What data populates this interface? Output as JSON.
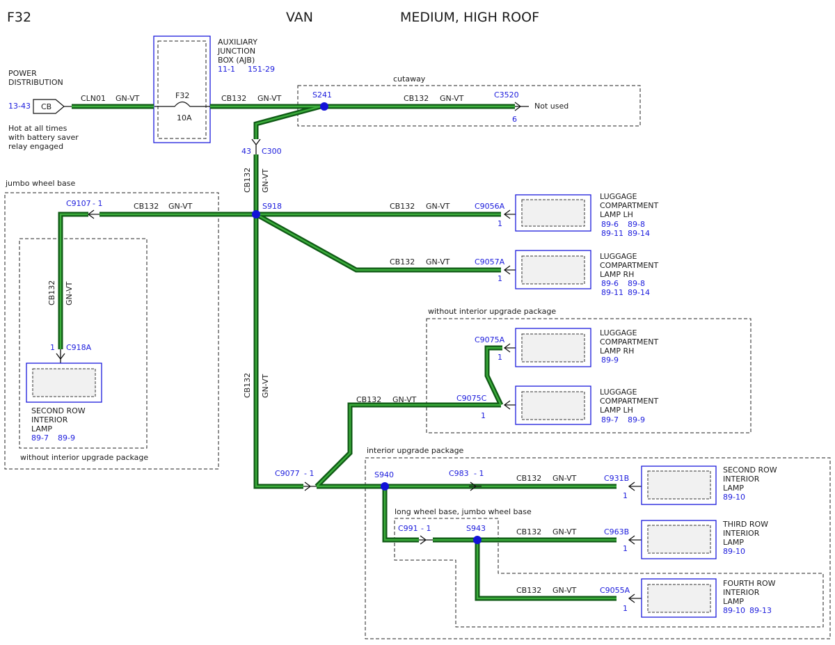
{
  "header": {
    "code": "F32",
    "vehicle": "VAN",
    "variant": "MEDIUM, HIGH ROOF"
  },
  "power": {
    "title_1": "POWER",
    "title_2": "DISTRIBUTION",
    "ref": "13-43",
    "cb": "CB",
    "note_1": "Hot at all times",
    "note_2": "with battery saver",
    "note_3": "relay engaged"
  },
  "ajb": {
    "label_1": "AUXILIARY",
    "label_2": "JUNCTION",
    "label_3": "BOX (AJB)",
    "ref_1": "11-1",
    "ref_2": "151-29",
    "fuse": "F32",
    "amps": "10A"
  },
  "circuits": {
    "cln01": "CLN01",
    "cb132": "CB132",
    "gnvt": "GN-VT"
  },
  "groups": {
    "cutaway": "cutaway",
    "jumbo": "jumbo wheel base",
    "without_upgrade": "without interior upgrade package",
    "interior_upgrade": "interior upgrade package",
    "long_jumbo": "long wheel base, jumbo wheel base"
  },
  "splices": {
    "s241": "S241",
    "s918": "S918",
    "s940": "S940",
    "s943": "S943"
  },
  "connectors": {
    "c3520": "C3520",
    "c3520_pin": "6",
    "not_used": "Not used",
    "c300": "C300",
    "c300_pin": "43",
    "c9107": "C9107",
    "c9107_pin": "- 1",
    "c918a": "C918A",
    "c918a_pin": "1",
    "c9056a": "C9056A",
    "c9056a_pin": "1",
    "c9057a": "C9057A",
    "c9057a_pin": "1",
    "c9075a": "C9075A",
    "c9075a_pin": "1",
    "c9075c": "C9075C",
    "c9075c_pin": "1",
    "c9077": "C9077",
    "c9077_pin": "- 1",
    "c983": "C983",
    "c983_pin": "- 1",
    "c991": "C991",
    "c991_pin": "- 1",
    "c931b": "C931B",
    "c931b_pin": "1",
    "c963b": "C963B",
    "c963b_pin": "1",
    "c9055a": "C9055A",
    "c9055a_pin": "1"
  },
  "lamps": {
    "lug_lh": {
      "l1": "LUGGAGE",
      "l2": "COMPARTMENT",
      "l3": "LAMP LH",
      "r1a": "89-6",
      "r1b": "89-8",
      "r2a": "89-11",
      "r2b": "89-14"
    },
    "lug_rh": {
      "l1": "LUGGAGE",
      "l2": "COMPARTMENT",
      "l3": "LAMP RH",
      "r1a": "89-6",
      "r1b": "89-8",
      "r2a": "89-11",
      "r2b": "89-14"
    },
    "lug_rh_b": {
      "l1": "LUGGAGE",
      "l2": "COMPARTMENT",
      "l3": "LAMP RH",
      "r1a": "89-9"
    },
    "lug_lh_b": {
      "l1": "LUGGAGE",
      "l2": "COMPARTMENT",
      "l3": "LAMP LH",
      "r1a": "89-7",
      "r1b": "89-9"
    },
    "second_a": {
      "l1": "SECOND ROW",
      "l2": "INTERIOR",
      "l3": "LAMP",
      "r1a": "89-7",
      "r1b": "89-9"
    },
    "second_b": {
      "l1": "SECOND ROW",
      "l2": "INTERIOR",
      "l3": "LAMP",
      "r1a": "89-10"
    },
    "third": {
      "l1": "THIRD ROW",
      "l2": "INTERIOR",
      "l3": "LAMP",
      "r1a": "89-10"
    },
    "fourth": {
      "l1": "FOURTH ROW",
      "l2": "INTERIOR",
      "l3": "LAMP",
      "r1a": "89-10",
      "r1b": "89-13"
    }
  },
  "colors": {
    "wire_outer": "#0f5a15",
    "wire_inner": "#3cae3c",
    "ref_blue": "#1a1adc",
    "splice": "#1212d8"
  }
}
